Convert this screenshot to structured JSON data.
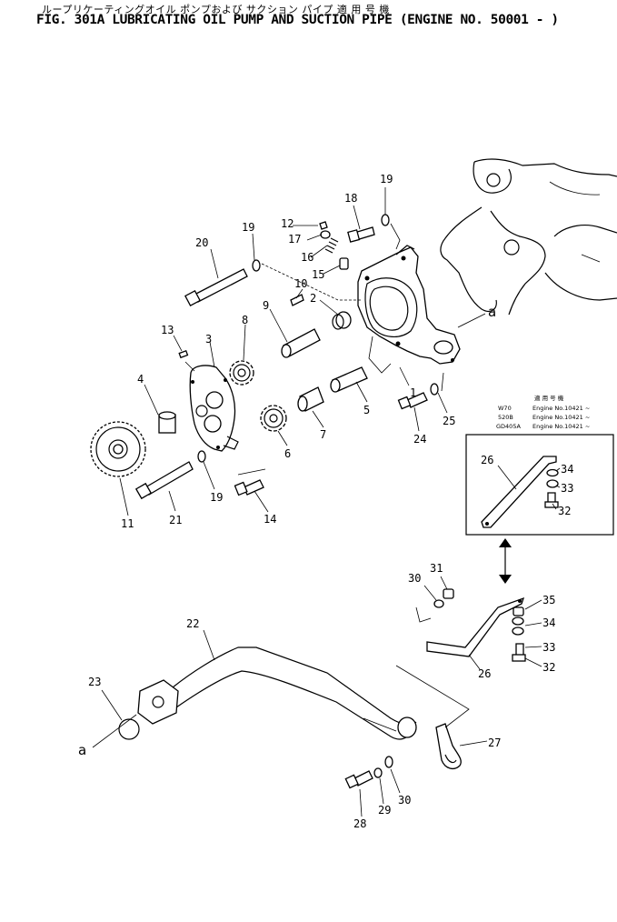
{
  "header": {
    "japanese_title": "ループリケーティングオイル ポンプおよび サクション パイプ 適 用 号 機",
    "figure_title": "FIG. 301A  LUBRICATING OIL PUMP AND SUCTION PIPE (ENGINE NO. 50001 - )"
  },
  "callouts": [
    "1",
    "2",
    "3",
    "4",
    "5",
    "6",
    "7",
    "8",
    "9",
    "10",
    "11",
    "12",
    "13",
    "14",
    "15",
    "16",
    "17",
    "18",
    "19",
    "19",
    "19",
    "20",
    "21",
    "22",
    "23",
    "24",
    "25",
    "26",
    "26",
    "27",
    "28",
    "29",
    "30",
    "30",
    "31",
    "32",
    "32",
    "33",
    "33",
    "34",
    "34",
    "35"
  ],
  "reference_marks": [
    "a",
    "a"
  ],
  "applicability": {
    "heading": "適 用 号 機",
    "rows": [
      {
        "model": "W70",
        "engine": "Engine No.10421 ~"
      },
      {
        "model": "520B",
        "engine": "Engine No.10421 ~"
      },
      {
        "model": "GD405A",
        "engine": "Engine No.10421 ~"
      }
    ]
  },
  "icons": [
    "double-arrow-icon"
  ]
}
